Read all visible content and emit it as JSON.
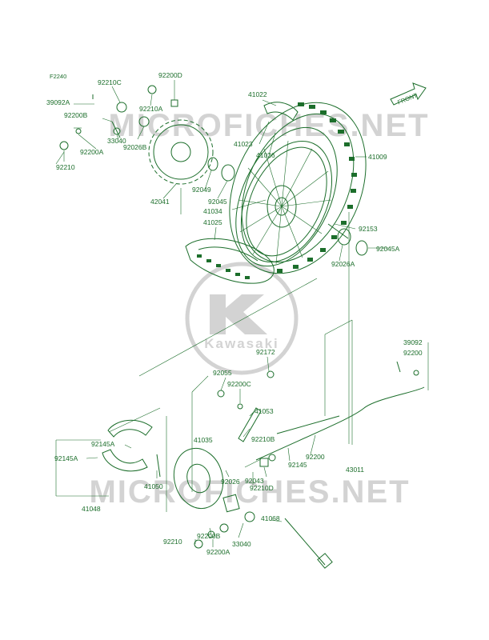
{
  "diagram_code": "F2240",
  "watermark": {
    "logo_text": "Kawasaki",
    "site_text": "MICROFICHES.NET",
    "color": "#d3d3d3"
  },
  "front_badge": "FRONT",
  "ink_color": "#1c6e2b",
  "labels": [
    "92210C",
    "92200D",
    "39092A",
    "92210A",
    "92200B",
    "33040",
    "92200A",
    "92026B",
    "92210",
    "41022",
    "41023",
    "41026",
    "41009",
    "42041",
    "92049",
    "92045",
    "41034",
    "41025",
    "92153",
    "92045A",
    "92026A",
    "39092",
    "92200",
    "92172",
    "92055",
    "92200C",
    "41053",
    "92210B",
    "41035",
    "92145A",
    "92145A",
    "41050",
    "41048",
    "92200",
    "92145",
    "43011",
    "92043",
    "92210D",
    "92026",
    "92200B",
    "92210",
    "33040",
    "92200A",
    "41068"
  ]
}
